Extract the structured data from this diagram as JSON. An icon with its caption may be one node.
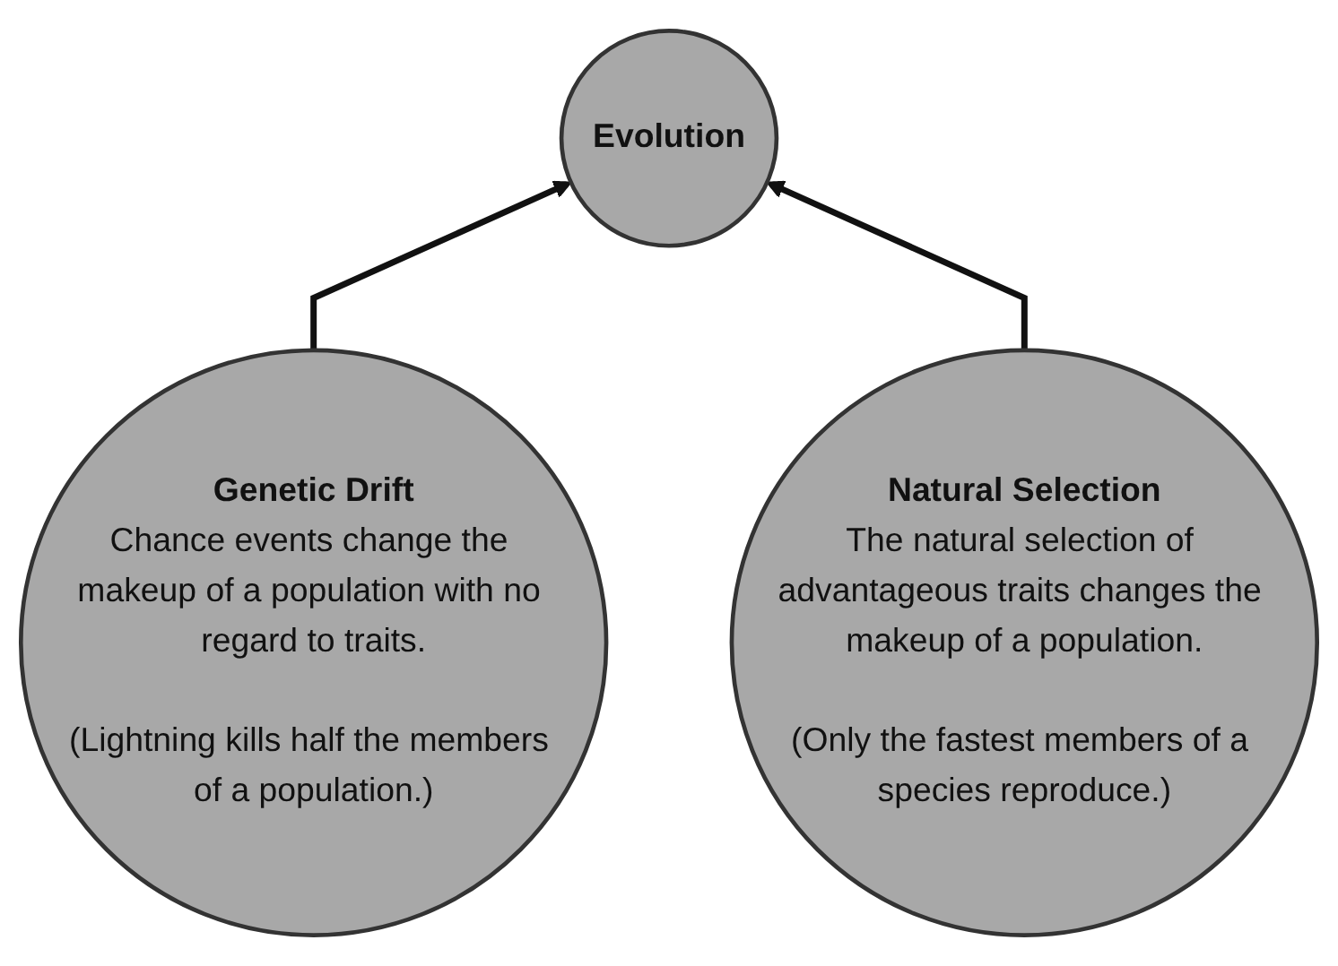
{
  "diagram": {
    "nodes": [
      {
        "text": [
          "Evolution"
        ]
      },
      {
        "text": [
          "Genetic Drift",
          "Chance events change the makeup of a population with no regard to traits.",
          "(Lightning kills half the members of a population.)"
        ]
      },
      {
        "text": [
          "Natural Selection",
          "The natural selection of advantageous traits changes the makeup of a population.",
          "(Only the fastest members of a species reproduce.)"
        ]
      }
    ],
    "edges": [
      {
        "from": 1,
        "to": 0,
        "arrow": "to"
      },
      {
        "from": 2,
        "to": 0,
        "arrow": "to"
      }
    ]
  }
}
